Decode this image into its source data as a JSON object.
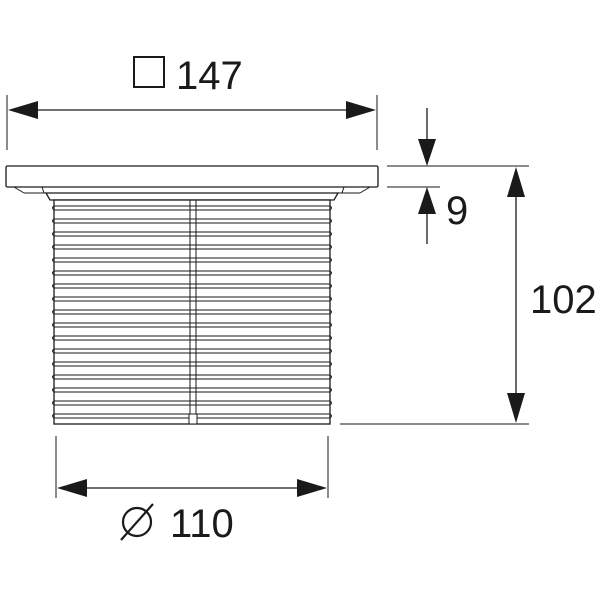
{
  "dimensions": {
    "square_width": "147",
    "plate_thickness": "9",
    "total_height": "102",
    "pipe_diameter": "110"
  },
  "symbols": {
    "square": "square-symbol",
    "diameter": "diameter-symbol"
  },
  "colors": {
    "ink": "#1a1a1a",
    "background": "#ffffff"
  }
}
